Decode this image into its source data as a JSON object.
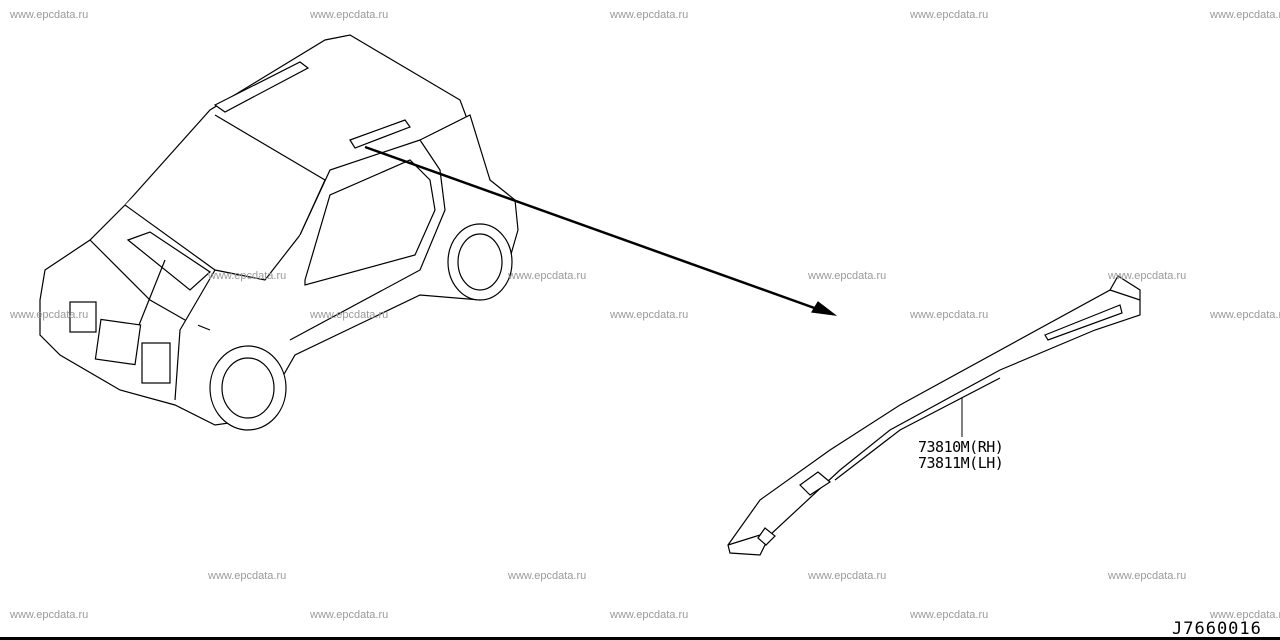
{
  "watermark": "www.epcdata.ru",
  "parts": [
    {
      "number": "73810M",
      "side": "(RH)",
      "label": "73810M(RH)"
    },
    {
      "number": "73811M",
      "side": "(LH)",
      "label": "73811M(LH)"
    }
  ],
  "diagram_id": "J7660016",
  "colors": {
    "line": "#000000",
    "watermark": "#9a9a9a"
  }
}
